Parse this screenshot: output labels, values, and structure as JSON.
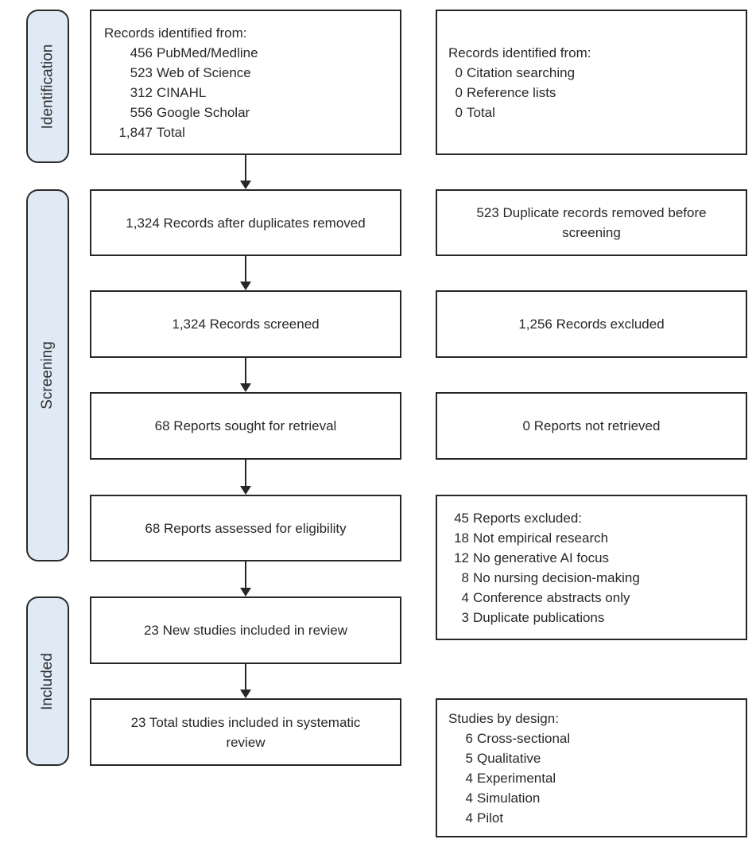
{
  "stages": {
    "identification": "Identification",
    "screening": "Screening",
    "included": "Included"
  },
  "left": {
    "box1": {
      "heading": "Records identified from:",
      "items": [
        {
          "n": "456",
          "t": "PubMed/Medline"
        },
        {
          "n": "523",
          "t": "Web of Science"
        },
        {
          "n": "312",
          "t": "CINAHL"
        },
        {
          "n": "556",
          "t": "Google Scholar"
        },
        {
          "n": "1,847",
          "t": "Total"
        }
      ]
    },
    "box2": {
      "text": "1,324 Records after duplicates removed"
    },
    "box3": {
      "text": "1,324 Records screened"
    },
    "box4": {
      "text": "68 Reports sought for retrieval"
    },
    "box5": {
      "text": "68 Reports assessed for eligibility"
    },
    "box6": {
      "text": "23 New studies included in review"
    },
    "box7": {
      "text": "23 Total studies included in systematic\nreview"
    }
  },
  "right": {
    "box1": {
      "heading": "Records identified from:",
      "items": [
        {
          "n": "0",
          "t": "Citation searching"
        },
        {
          "n": "0",
          "t": "Reference lists"
        },
        {
          "n": "0",
          "t": "Total"
        }
      ]
    },
    "box2": {
      "text": "523 Duplicate records removed before\nscreening"
    },
    "box3": {
      "text": "1,256 Records excluded"
    },
    "box4": {
      "text": "0 Reports not retrieved"
    },
    "box5": {
      "items": [
        {
          "n": "45",
          "t": "Reports excluded:"
        },
        {
          "n": "18",
          "t": "Not empirical research"
        },
        {
          "n": "12",
          "t": "No generative AI focus"
        },
        {
          "n": "8",
          "t": "No nursing decision-making"
        },
        {
          "n": "4",
          "t": "Conference abstracts only"
        },
        {
          "n": "3",
          "t": "Duplicate publications"
        }
      ]
    },
    "box6": {
      "heading": "Studies by design:",
      "items": [
        {
          "n": "6",
          "t": "Cross-sectional"
        },
        {
          "n": "5",
          "t": "Qualitative"
        },
        {
          "n": "4",
          "t": "Experimental"
        },
        {
          "n": "4",
          "t": "Simulation"
        },
        {
          "n": "4",
          "t": "Pilot"
        }
      ]
    }
  },
  "colors": {
    "stage_fill": "#e0eaf5",
    "line": "#272727",
    "text": "#282828"
  }
}
